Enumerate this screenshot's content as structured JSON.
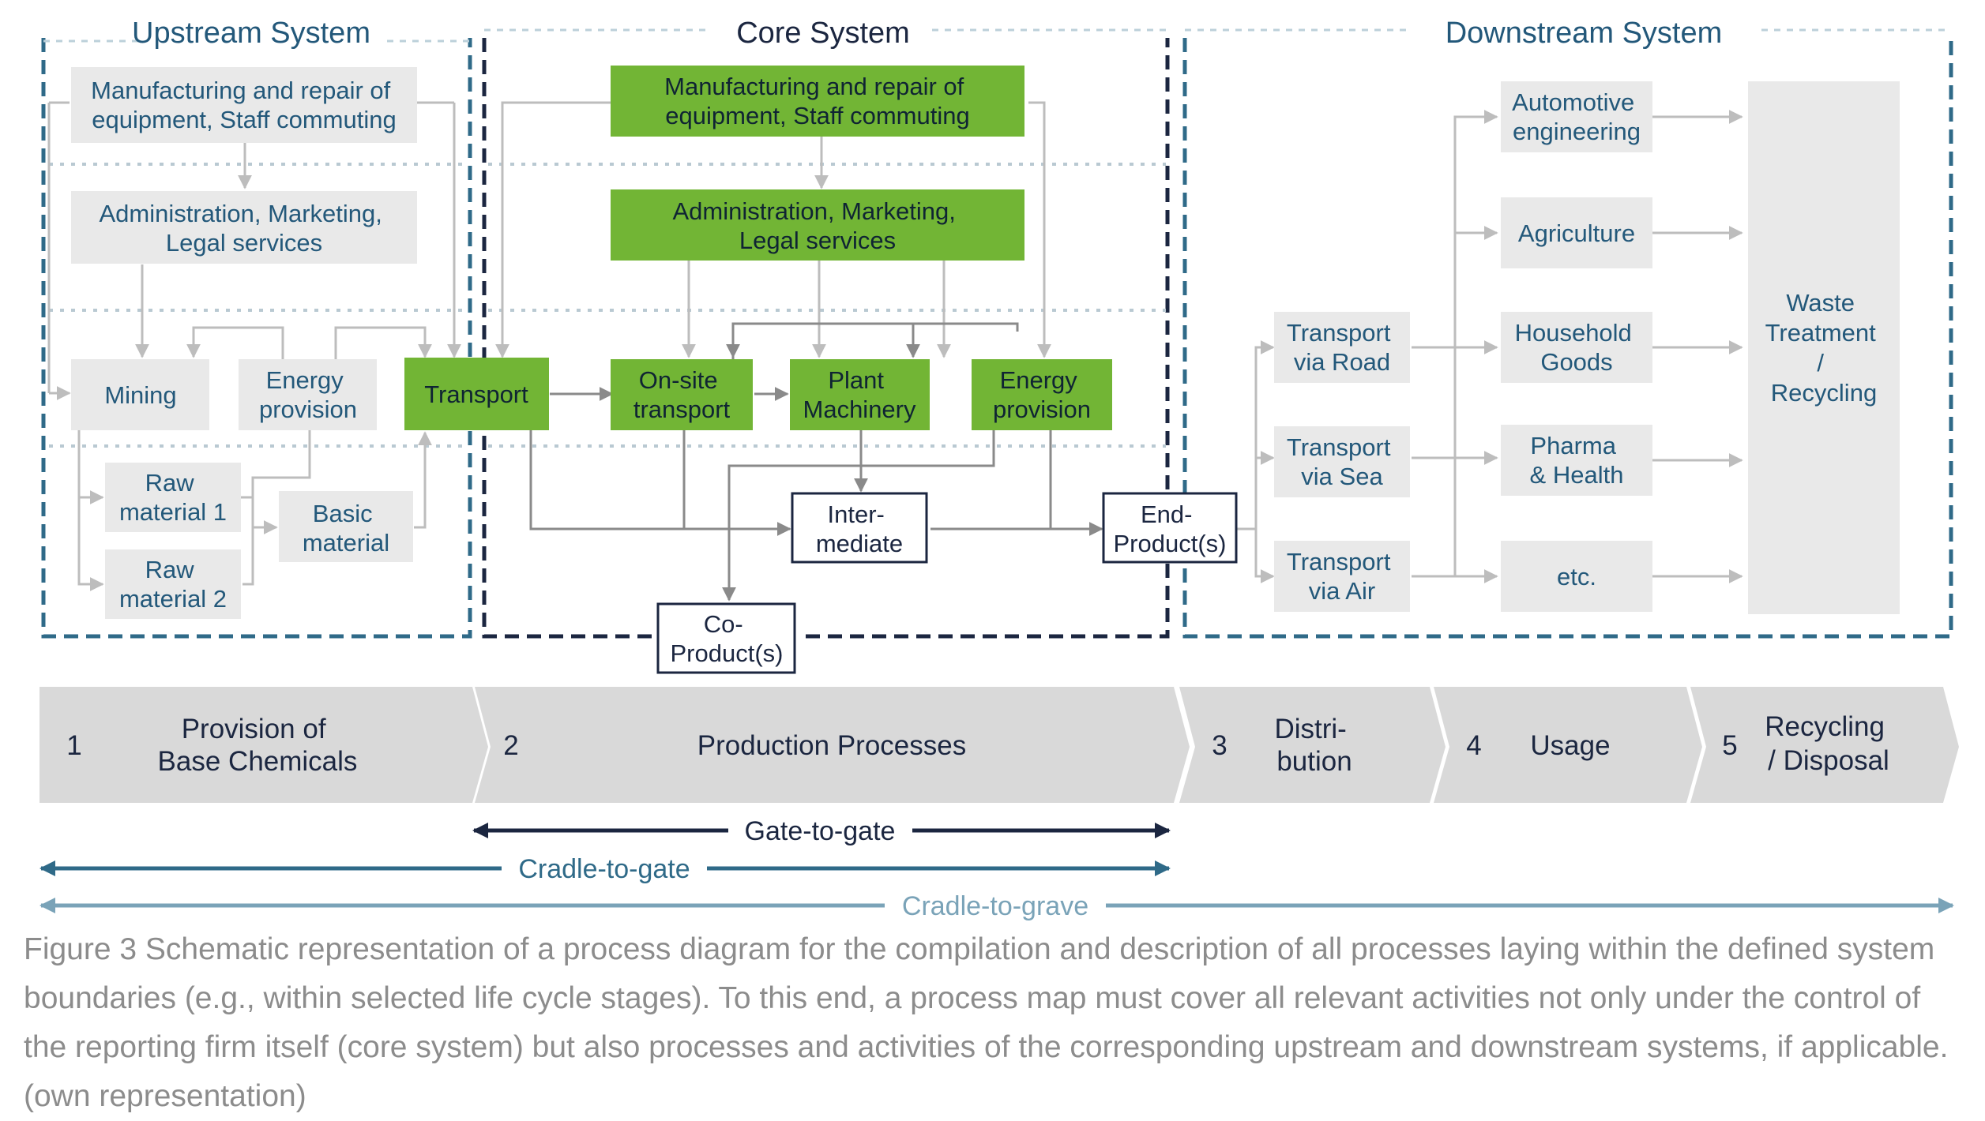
{
  "colors": {
    "up_title": "#23587a",
    "core_title": "#1b2640",
    "down_title": "#23587a",
    "up_border": "#2f6a88",
    "core_border": "#1b2640",
    "down_border": "#2f6a88",
    "box_fill": "#e9e9e9",
    "box_text": "#23587a",
    "green_fill": "#72b535",
    "green_text": "#0f2433",
    "arrow": "#bdbdbd",
    "core_arrow": "#8a8a8a",
    "stage_fill": "#d9d9d9",
    "stage_text": "#1b2640",
    "gate": "#1b2640",
    "cradle_gate": "#2f6a88",
    "cradle_grave": "#7aa3b8"
  },
  "systems": {
    "upstream": "Upstream System",
    "core": "Core System",
    "downstream": "Downstream System"
  },
  "upstream_boxes": {
    "manufacturing": [
      "Manufacturing and repair of",
      "equipment, Staff commuting"
    ],
    "admin": [
      "Administration, Marketing,",
      "Legal services"
    ],
    "mining": [
      "Mining"
    ],
    "energy": [
      "Energy",
      "provision"
    ],
    "raw1": [
      "Raw",
      "material 1"
    ],
    "raw2": [
      "Raw",
      "material 2"
    ],
    "basic": [
      "Basic",
      "material"
    ]
  },
  "core_boxes": {
    "transport": [
      "Transport"
    ],
    "manufacturing": [
      "Manufacturing and repair of",
      "equipment, Staff commuting"
    ],
    "admin": [
      "Administration, Marketing,",
      "Legal services"
    ],
    "onsite": [
      "On-site",
      "transport"
    ],
    "plant": [
      "Plant",
      "Machinery"
    ],
    "energy": [
      "Energy",
      "provision"
    ],
    "intermediate": [
      "Inter-",
      "mediate"
    ],
    "coproduct": [
      "Co-",
      "Product(s)"
    ],
    "endproduct": [
      "End-",
      "Product(s)"
    ]
  },
  "downstream_boxes": {
    "road": [
      "Transport",
      "via Road"
    ],
    "sea": [
      "Transport",
      "via Sea"
    ],
    "air": [
      "Transport",
      "via Air"
    ],
    "automotive": [
      "Automotive",
      "engineering"
    ],
    "agriculture": [
      "Agriculture"
    ],
    "household": [
      "Household",
      "Goods"
    ],
    "pharma": [
      "Pharma",
      "& Health"
    ],
    "etc": [
      "etc."
    ],
    "waste": [
      "Waste",
      "Treatment",
      "/",
      "Recycling"
    ]
  },
  "stages": [
    {
      "num": "1",
      "label": [
        "Provision of",
        "Base Chemicals"
      ]
    },
    {
      "num": "2",
      "label": [
        "Production Processes"
      ]
    },
    {
      "num": "3",
      "label": [
        "Distri-",
        "bution"
      ]
    },
    {
      "num": "4",
      "label": [
        "Usage"
      ]
    },
    {
      "num": "5",
      "label": [
        "Recycling",
        "/ Disposal"
      ]
    }
  ],
  "scopes": {
    "gate_to_gate": "Gate-to-gate",
    "cradle_to_gate": "Cradle-to-gate",
    "cradle_to_grave": "Cradle-to-grave"
  },
  "caption": "Figure 3 Schematic representation of a process diagram for the compilation and description of all processes laying within the defined system boundaries (e.g., within selected life cycle stages). To this end, a process map must cover all relevant activities not only under the control of the reporting firm itself (core system) but also processes and activities of the corresponding upstream and downstream systems, if applicable. (own representation)"
}
